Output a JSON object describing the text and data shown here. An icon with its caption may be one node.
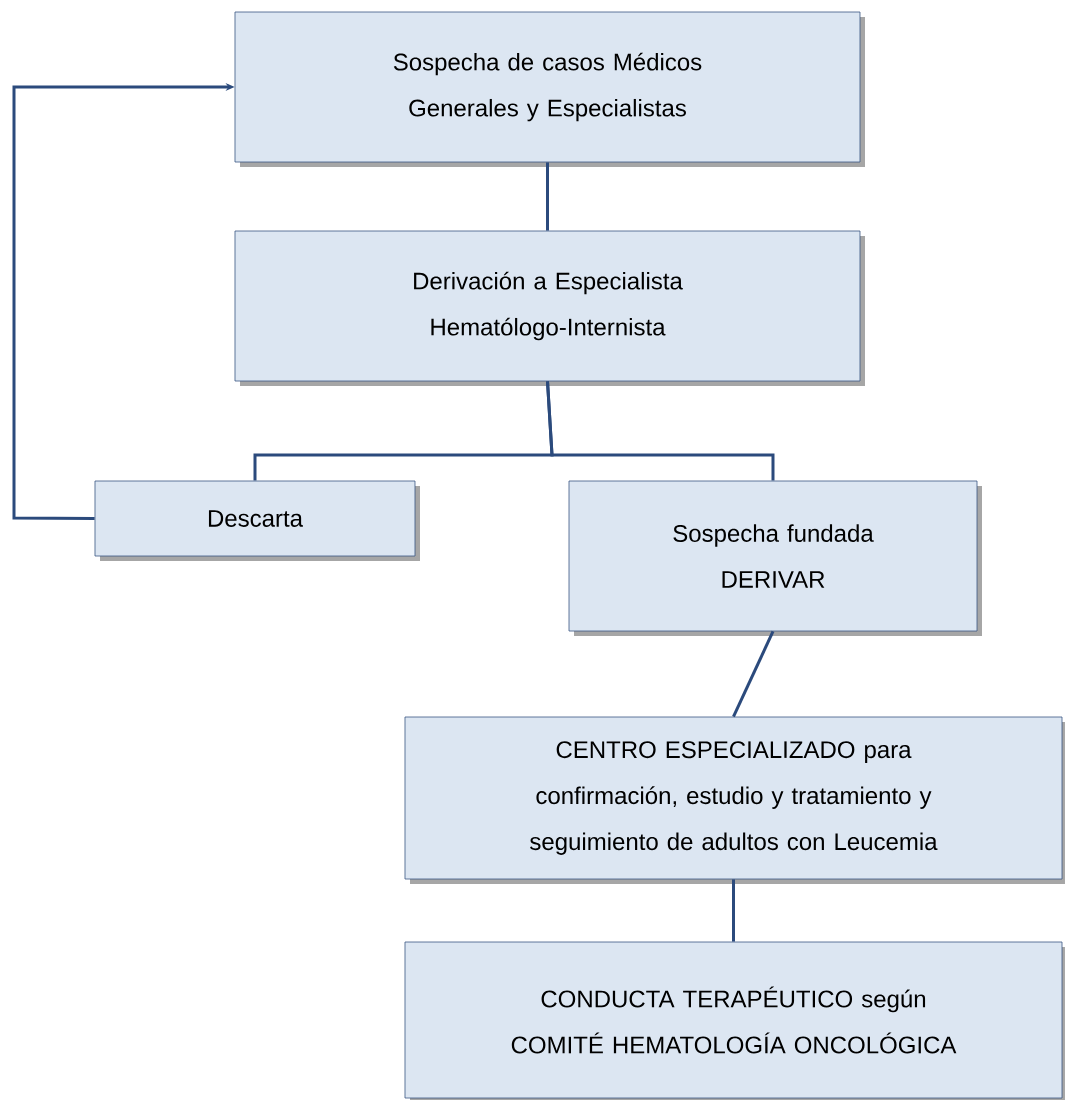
{
  "diagram": {
    "nodes": [
      {
        "text": [
          "Sospecha de casos Médicos Generales y Especialistas"
        ]
      },
      {
        "text": [
          "Derivación a Especialista Hematólogo-Internista"
        ]
      },
      {
        "text": [
          "Descarta"
        ]
      },
      {
        "text": [
          "Sospecha fundada DERIVAR"
        ]
      },
      {
        "text": [
          "CENTRO ESPECIALIZADO para confirmación, estudio y tratamiento y seguimiento de adultos con Leucemia"
        ]
      },
      {
        "text": [
          "CONDUCTA TERAPÉUTICO según COMITÉ HEMATOLOGÍA ONCOLÓGICA"
        ]
      }
    ],
    "edges": [
      {
        "from": 0,
        "to": 1,
        "arrow": "none"
      },
      {
        "from": 1,
        "to": 2,
        "arrow": "none"
      },
      {
        "from": 1,
        "to": 3,
        "arrow": "none"
      },
      {
        "from": 2,
        "to": 0,
        "arrow": "to"
      },
      {
        "from": 3,
        "to": 4,
        "arrow": "none"
      },
      {
        "from": 4,
        "to": 5,
        "arrow": "none"
      }
    ]
  }
}
